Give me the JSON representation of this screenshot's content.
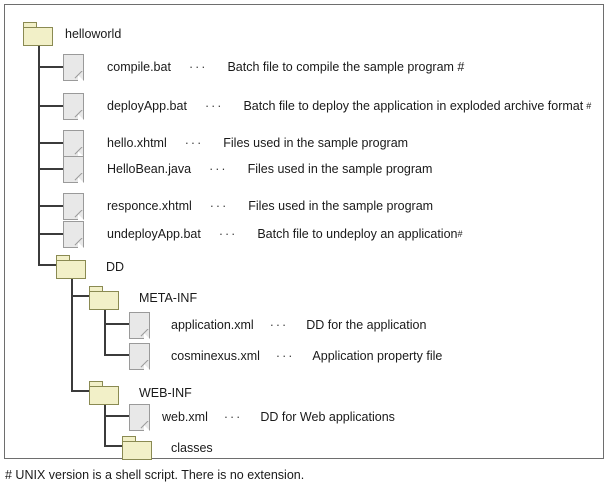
{
  "diagram": {
    "type": "directory-tree",
    "root": {
      "label": "helloworld",
      "icon": "folder-icon"
    },
    "separator": "···",
    "nodes": [
      {
        "id": "compile-bat",
        "icon": "file-icon",
        "name": "compile.bat",
        "separator": "···",
        "description": "Batch file to compile the sample program #",
        "footnote_mark": ""
      },
      {
        "id": "deployapp-bat",
        "icon": "file-icon",
        "name": "deployApp.bat",
        "separator": "···",
        "description": "Batch file to deploy the application in exploded archive format",
        "footnote_mark": "#"
      },
      {
        "id": "hello-xhtml",
        "icon": "file-icon",
        "name": "hello.xhtml",
        "separator": "···",
        "description": "Files used in the sample program",
        "footnote_mark": ""
      },
      {
        "id": "hellobean-java",
        "icon": "file-icon",
        "name": "HelloBean.java",
        "separator": "···",
        "description": "Files used in the sample program",
        "footnote_mark": ""
      },
      {
        "id": "responce-xhtml",
        "icon": "file-icon",
        "name": "responce.xhtml",
        "separator": "···",
        "description": "Files used in the sample program",
        "footnote_mark": ""
      },
      {
        "id": "undeployapp-bat",
        "icon": "file-icon",
        "name": "undeployApp.bat",
        "separator": "···",
        "description": "Batch file to undeploy an application",
        "footnote_mark": "#"
      },
      {
        "id": "dd-folder",
        "icon": "folder-icon",
        "name": "DD",
        "separator": "",
        "description": "",
        "footnote_mark": ""
      },
      {
        "id": "meta-inf-folder",
        "icon": "folder-icon",
        "name": "META-INF",
        "separator": "",
        "description": "",
        "footnote_mark": ""
      },
      {
        "id": "application-xml",
        "icon": "file-icon",
        "name": "application.xml",
        "separator": "···",
        "description": "DD for the application",
        "footnote_mark": ""
      },
      {
        "id": "cosminexus-xml",
        "icon": "file-icon",
        "name": "cosminexus.xml",
        "separator": "···",
        "description": "Application property file",
        "footnote_mark": ""
      },
      {
        "id": "web-inf-folder",
        "icon": "folder-icon",
        "name": "WEB-INF",
        "separator": "",
        "description": "",
        "footnote_mark": ""
      },
      {
        "id": "web-xml",
        "icon": "file-icon",
        "name": "web.xml",
        "separator": "···",
        "description": "DD for Web applications",
        "footnote_mark": ""
      },
      {
        "id": "classes-folder",
        "icon": "folder-icon",
        "name": "classes",
        "separator": "",
        "description": "",
        "footnote_mark": ""
      }
    ]
  },
  "footnote": {
    "text": "# UNIX version is a shell script. There is no extension."
  },
  "colors": {
    "folder_fill": "#f2f0c8",
    "folder_border": "#8a8a52",
    "file_fill": "#e8e8e8",
    "file_border": "#9a9a9a",
    "line": "#3b3b3b",
    "frame_border": "#6e6e6e",
    "text": "#1a1a1a"
  }
}
